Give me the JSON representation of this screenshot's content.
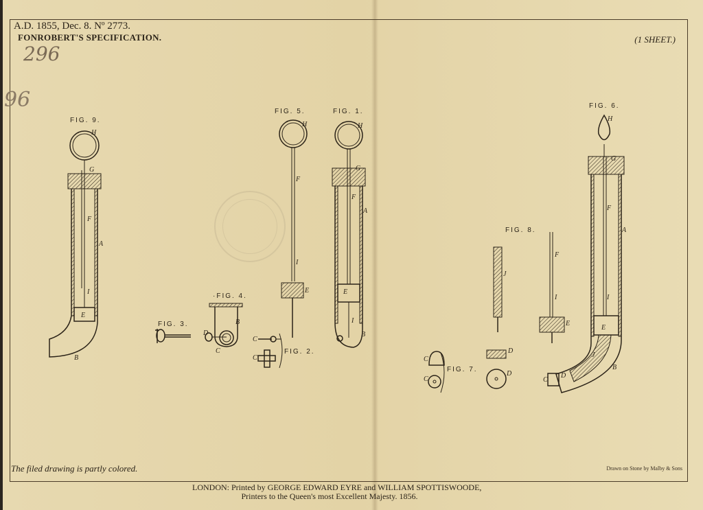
{
  "header": {
    "line1": "A.D. 1855, Dec. 8. Nº 2773.",
    "line2": "FONROBERT'S SPECIFICATION.",
    "sheet_count": "(1 SHEET.)",
    "handwritten_number": "296",
    "handwritten_margin": "96"
  },
  "figures": {
    "fig9": "FIG. 9.",
    "fig3": "FIG. 3.",
    "fig4": "·FIG. 4.",
    "fig5": "FIG. 5.",
    "fig1": "FIG. 1.",
    "fig2": "FIG. 2.",
    "fig8": "FIG. 8.",
    "fig7": "FIG. 7.",
    "fig6": "FIG. 6."
  },
  "footer": {
    "note": "The filed drawing is partly colored.",
    "lithographer": "Drawn on Stone by Malby & Sons",
    "imprint_line1": "LONDON: Printed by GEORGE EDWARD EYRE and WILLIAM SPOTTISWOODE,",
    "imprint_line2": "Printers to the Queen's most Excellent Majesty. 1856."
  }
}
